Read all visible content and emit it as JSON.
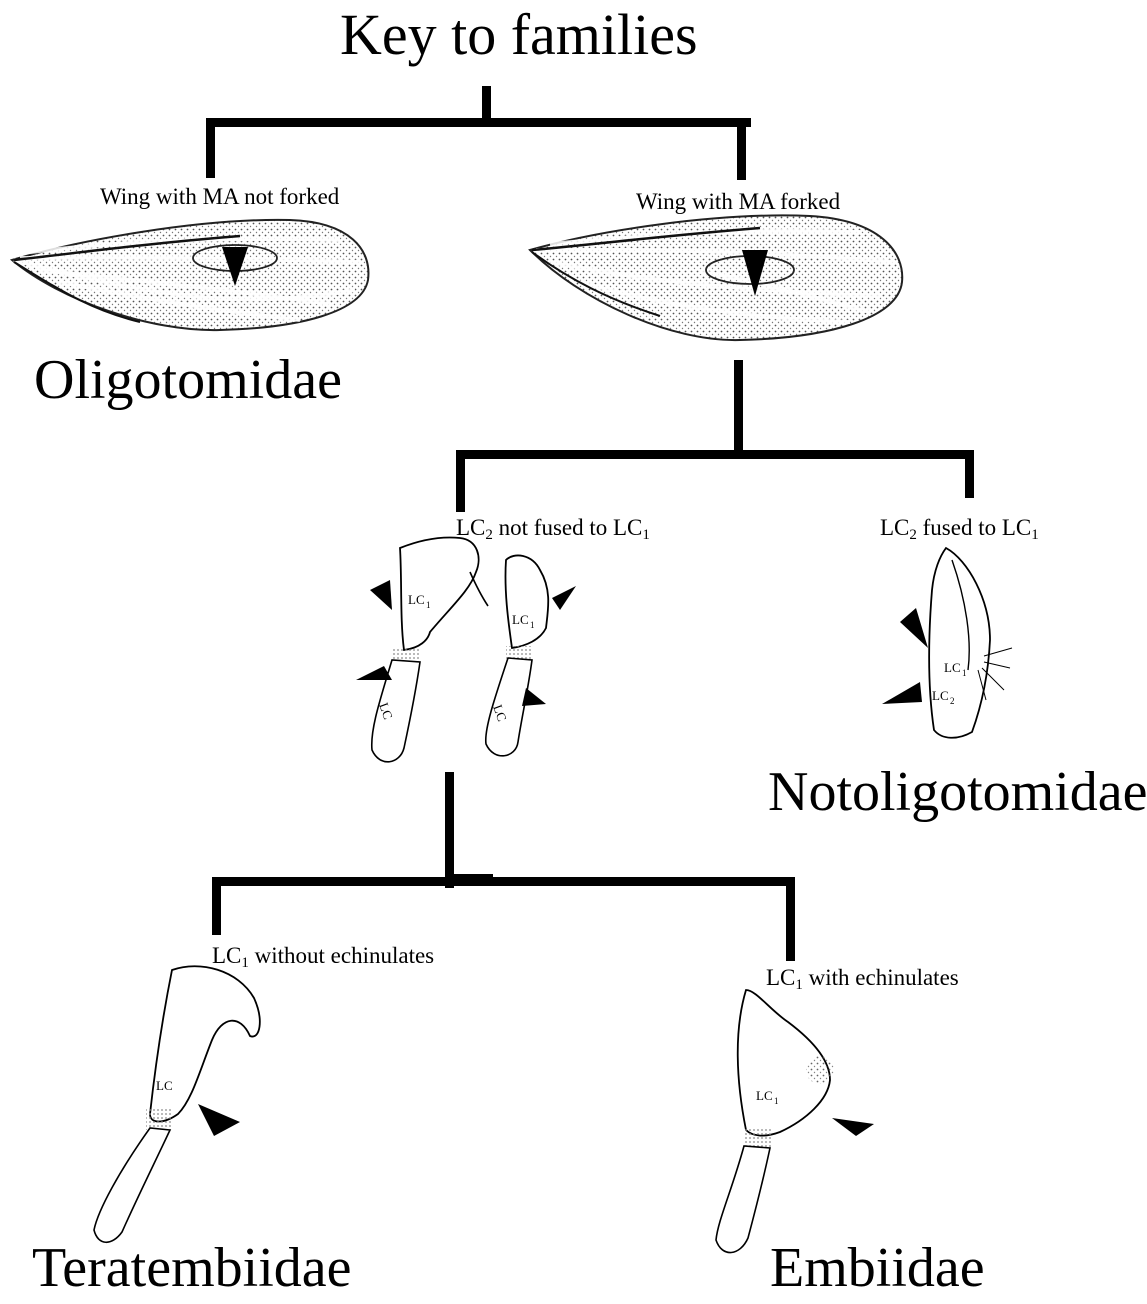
{
  "title": "Key to families",
  "couplet1": {
    "left": {
      "character": "Wing with MA not forked",
      "family": "Oligotomidae"
    },
    "right": {
      "character": "Wing with MA forked"
    }
  },
  "couplet2": {
    "left": {
      "char_a": "LC",
      "sub_a": "2",
      "char_b": " not fused to LC",
      "sub_b": "1"
    },
    "right": {
      "char_a": "LC",
      "sub_a": "2",
      "char_b": " fused to LC",
      "sub_b": "1",
      "family": "Notoligotomidae"
    }
  },
  "couplet3": {
    "left": {
      "char_a": "LC",
      "sub_a": "1",
      "char_b": " without echinulates",
      "family": "Teratembiidae"
    },
    "right": {
      "char_a": "LC",
      "sub_a": "1",
      "char_b": " with echinulates",
      "family": "Embiidae"
    }
  },
  "drawing_labels": {
    "lc1": "LC1",
    "lc2": "LC2",
    "lc1_short": "LC",
    "lc1_partial": "LC"
  }
}
